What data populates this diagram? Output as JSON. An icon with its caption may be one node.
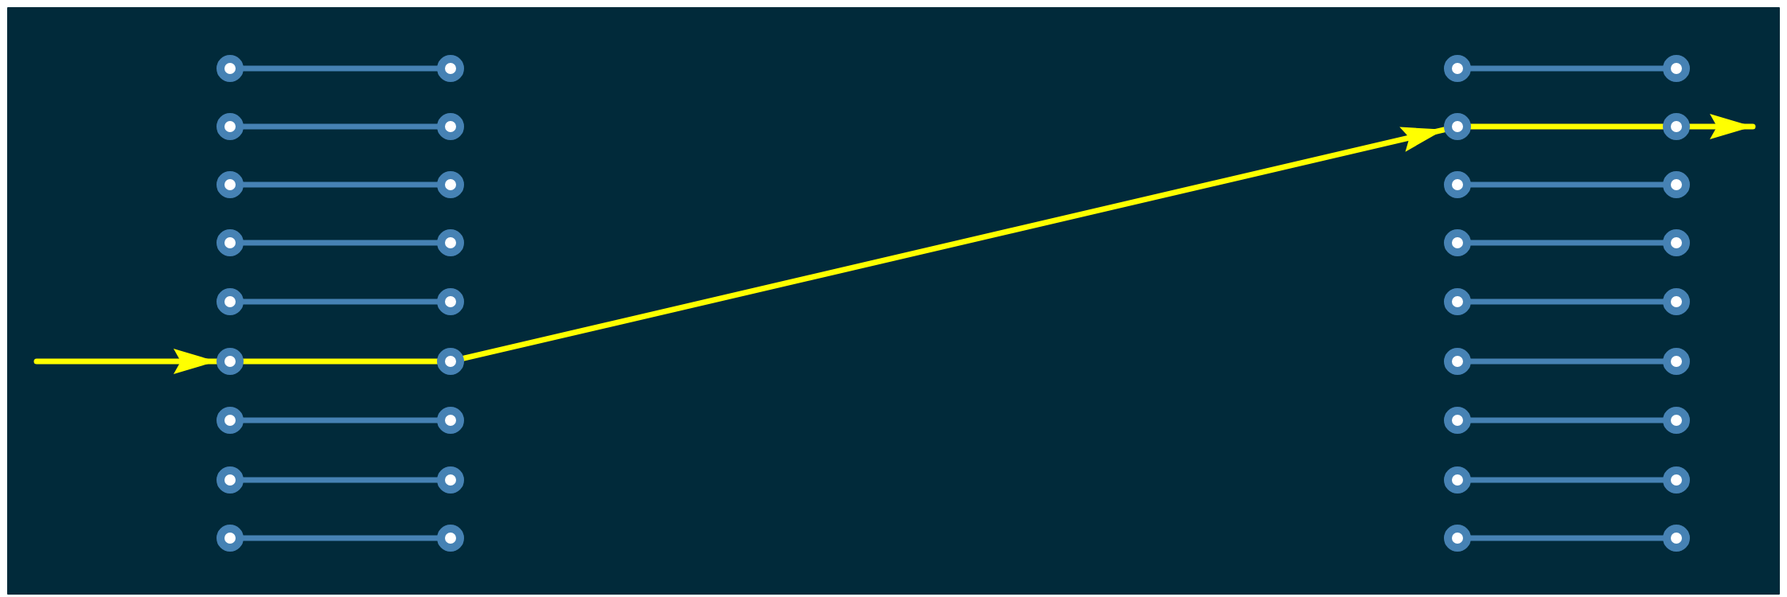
{
  "diagram": {
    "nodes": [
      {
        "text": [],
        "shape": "circle"
      },
      {
        "text": [],
        "shape": "circle"
      },
      {
        "text": [],
        "shape": "circle"
      },
      {
        "text": [],
        "shape": "circle"
      },
      {
        "text": [],
        "shape": "circle"
      },
      {
        "text": [],
        "shape": "circle"
      },
      {
        "text": [],
        "shape": "circle"
      },
      {
        "text": [],
        "shape": "circle"
      },
      {
        "text": [],
        "shape": "circle"
      },
      {
        "text": [],
        "shape": "circle"
      },
      {
        "text": [],
        "shape": "circle"
      },
      {
        "text": [],
        "shape": "circle"
      },
      {
        "text": [],
        "shape": "circle"
      },
      {
        "text": [],
        "shape": "circle"
      },
      {
        "text": [],
        "shape": "circle"
      },
      {
        "text": [],
        "shape": "circle"
      },
      {
        "text": [],
        "shape": "circle"
      },
      {
        "text": [],
        "shape": "circle"
      },
      {
        "text": [],
        "shape": "circle"
      },
      {
        "text": [],
        "shape": "circle"
      },
      {
        "text": [],
        "shape": "circle"
      },
      {
        "text": [],
        "shape": "circle"
      },
      {
        "text": [],
        "shape": "circle"
      },
      {
        "text": [],
        "shape": "circle"
      },
      {
        "text": [],
        "shape": "circle"
      },
      {
        "text": [],
        "shape": "circle"
      },
      {
        "text": [],
        "shape": "circle"
      },
      {
        "text": [],
        "shape": "circle"
      },
      {
        "text": [],
        "shape": "circle"
      },
      {
        "text": [],
        "shape": "circle"
      },
      {
        "text": [],
        "shape": "circle"
      },
      {
        "text": [],
        "shape": "circle"
      },
      {
        "text": [],
        "shape": "circle"
      },
      {
        "text": [],
        "shape": "circle"
      },
      {
        "text": [],
        "shape": "circle"
      },
      {
        "text": [],
        "shape": "circle"
      }
    ],
    "edges": [
      {
        "from": 0,
        "to": 1,
        "arrow": "none"
      },
      {
        "from": 2,
        "to": 3,
        "arrow": "none"
      },
      {
        "from": 4,
        "to": 5,
        "arrow": "none"
      },
      {
        "from": 6,
        "to": 7,
        "arrow": "none",
        "color": "#ffff00"
      },
      {
        "from": 8,
        "to": 9,
        "arrow": "none"
      },
      {
        "from": 10,
        "to": 11,
        "arrow": "none"
      },
      {
        "from": 12,
        "to": 13,
        "arrow": "none"
      },
      {
        "from": 14,
        "to": 15,
        "arrow": "none"
      },
      {
        "from": 16,
        "to": 17,
        "arrow": "none"
      },
      {
        "from": 18,
        "to": 19,
        "arrow": "none"
      },
      {
        "from": 20,
        "to": 21,
        "arrow": "none",
        "color": "#ffff00"
      },
      {
        "from": 22,
        "to": 23,
        "arrow": "none"
      },
      {
        "from": 24,
        "to": 25,
        "arrow": "none"
      },
      {
        "from": 26,
        "to": 27,
        "arrow": "none"
      },
      {
        "from": 28,
        "to": 29,
        "arrow": "none"
      },
      {
        "from": 30,
        "to": 31,
        "arrow": "none"
      },
      {
        "from": 32,
        "to": 33,
        "arrow": "none"
      },
      {
        "from": 34,
        "to": 35,
        "arrow": "none"
      },
      {
        "from": null,
        "to": 20,
        "arrow": "to",
        "color": "#ffff00"
      },
      {
        "from": 21,
        "to": 6,
        "arrow": "to",
        "color": "#ffff00"
      },
      {
        "from": 7,
        "to": null,
        "arrow": "to",
        "color": "#ffff00"
      }
    ]
  }
}
